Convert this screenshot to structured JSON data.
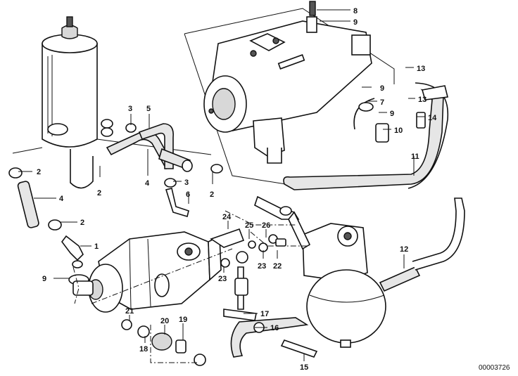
{
  "diagram": {
    "reference_number": "00003726",
    "callouts": [
      {
        "id": "c8",
        "label": "8"
      },
      {
        "id": "c9a",
        "label": "9"
      },
      {
        "id": "c13a",
        "label": "13"
      },
      {
        "id": "c9b",
        "label": "9"
      },
      {
        "id": "c13b",
        "label": "13"
      },
      {
        "id": "c7",
        "label": "7"
      },
      {
        "id": "c9c",
        "label": "9"
      },
      {
        "id": "c14",
        "label": "14"
      },
      {
        "id": "c10",
        "label": "10"
      },
      {
        "id": "c11",
        "label": "11"
      },
      {
        "id": "c3a",
        "label": "3"
      },
      {
        "id": "c5",
        "label": "5"
      },
      {
        "id": "c2a",
        "label": "2"
      },
      {
        "id": "c2b",
        "label": "2"
      },
      {
        "id": "c4a",
        "label": "4"
      },
      {
        "id": "c3b",
        "label": "3"
      },
      {
        "id": "c2c",
        "label": "2"
      },
      {
        "id": "c4b",
        "label": "4"
      },
      {
        "id": "c6",
        "label": "6"
      },
      {
        "id": "c2d",
        "label": "2"
      },
      {
        "id": "c24",
        "label": "24"
      },
      {
        "id": "c25",
        "label": "25"
      },
      {
        "id": "c26",
        "label": "26"
      },
      {
        "id": "c1",
        "label": "1"
      },
      {
        "id": "c23a",
        "label": "23"
      },
      {
        "id": "c22",
        "label": "22"
      },
      {
        "id": "c12",
        "label": "12"
      },
      {
        "id": "c9d",
        "label": "9"
      },
      {
        "id": "c23b",
        "label": "23"
      },
      {
        "id": "c21",
        "label": "21"
      },
      {
        "id": "c17",
        "label": "17"
      },
      {
        "id": "c20",
        "label": "20"
      },
      {
        "id": "c19",
        "label": "19"
      },
      {
        "id": "c16",
        "label": "16"
      },
      {
        "id": "c18",
        "label": "18"
      },
      {
        "id": "c15",
        "label": "15"
      }
    ]
  }
}
